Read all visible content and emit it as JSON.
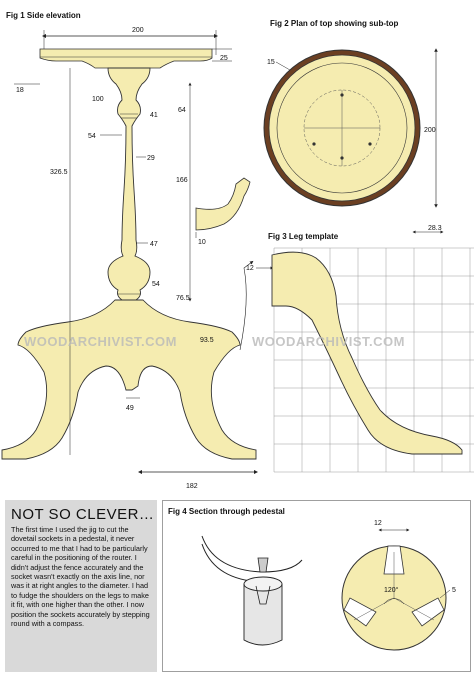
{
  "figures": {
    "fig1": {
      "title": "Fig 1 Side elevation",
      "dims": [
        "200",
        "25",
        "18",
        "100",
        "41",
        "64",
        "54",
        "29",
        "326.5",
        "166",
        "47",
        "54",
        "76.5",
        "93.5",
        "49",
        "182"
      ]
    },
    "fig2": {
      "title": "Fig 2 Plan of top showing sub-top",
      "dims": [
        "15",
        "200",
        "10"
      ]
    },
    "fig3": {
      "title": "Fig 3 Leg template",
      "dims": [
        "28.3",
        "12"
      ]
    },
    "fig4": {
      "title": "Fig 4 Section through pedestal",
      "dims": [
        "12",
        "120°",
        "5"
      ]
    }
  },
  "watermark": "WOODARCHIVIST.COM",
  "callout": {
    "heading": "NOT SO CLEVER…",
    "body": "The first time I used the jig to cut the dovetail sockets in a pedestal, it never occurred to me that I had to be particularly careful in the positioning of the router. I didn't adjust the fence accurately and the socket wasn't exactly on the axis line, nor was it at right angles to the diameter. I had to fudge the shoulders on the legs to make it fit, with one higher than the other. I now position the sockets accurately by stepping round with a compass."
  },
  "colors": {
    "wood": "#f5ecb0",
    "woodStroke": "#333333",
    "dimBlue": "#3e6aa8",
    "grid": "#9a9a9a",
    "calloutBg": "#d9d9d9",
    "rim": "#6b3f22"
  }
}
